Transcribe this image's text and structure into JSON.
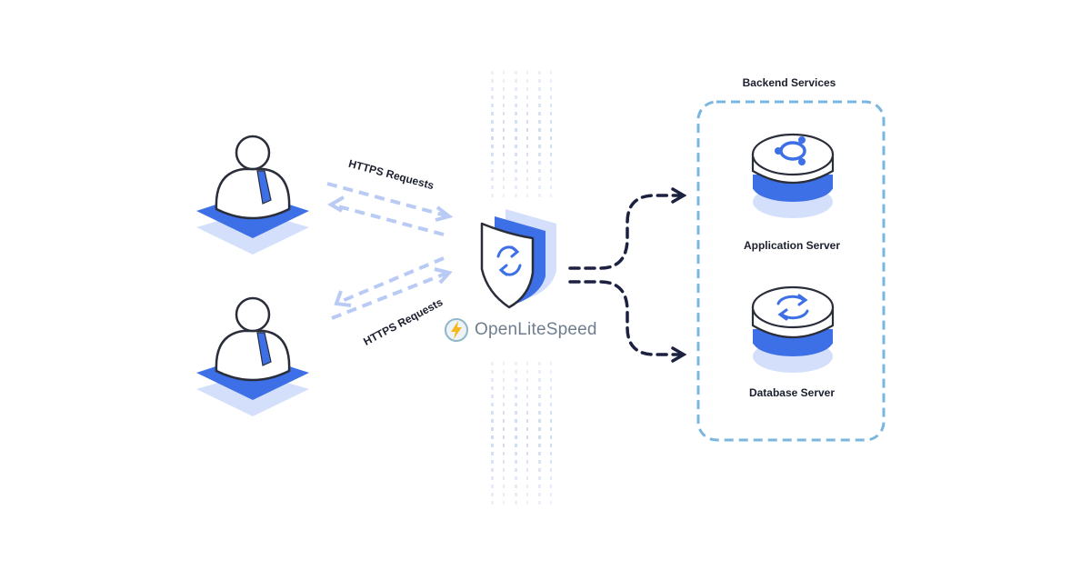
{
  "backend": {
    "title": "Backend Services",
    "application_server_label": "Application Server",
    "database_server_label": "Database Server"
  },
  "flows": {
    "request_label_1": "HTTPS Requests",
    "request_label_2": "HTTPS Requests"
  },
  "gateway": {
    "brand_name": "OpenLiteSpeed"
  },
  "colors": {
    "primary_blue": "#3d6fe6",
    "light_blue": "#b9cbf5",
    "dashed_border": "#7ab6e0",
    "dark_arrow": "#1c2140",
    "brand_text": "#6f7e8e",
    "brand_bolt": "#f4b71c"
  }
}
